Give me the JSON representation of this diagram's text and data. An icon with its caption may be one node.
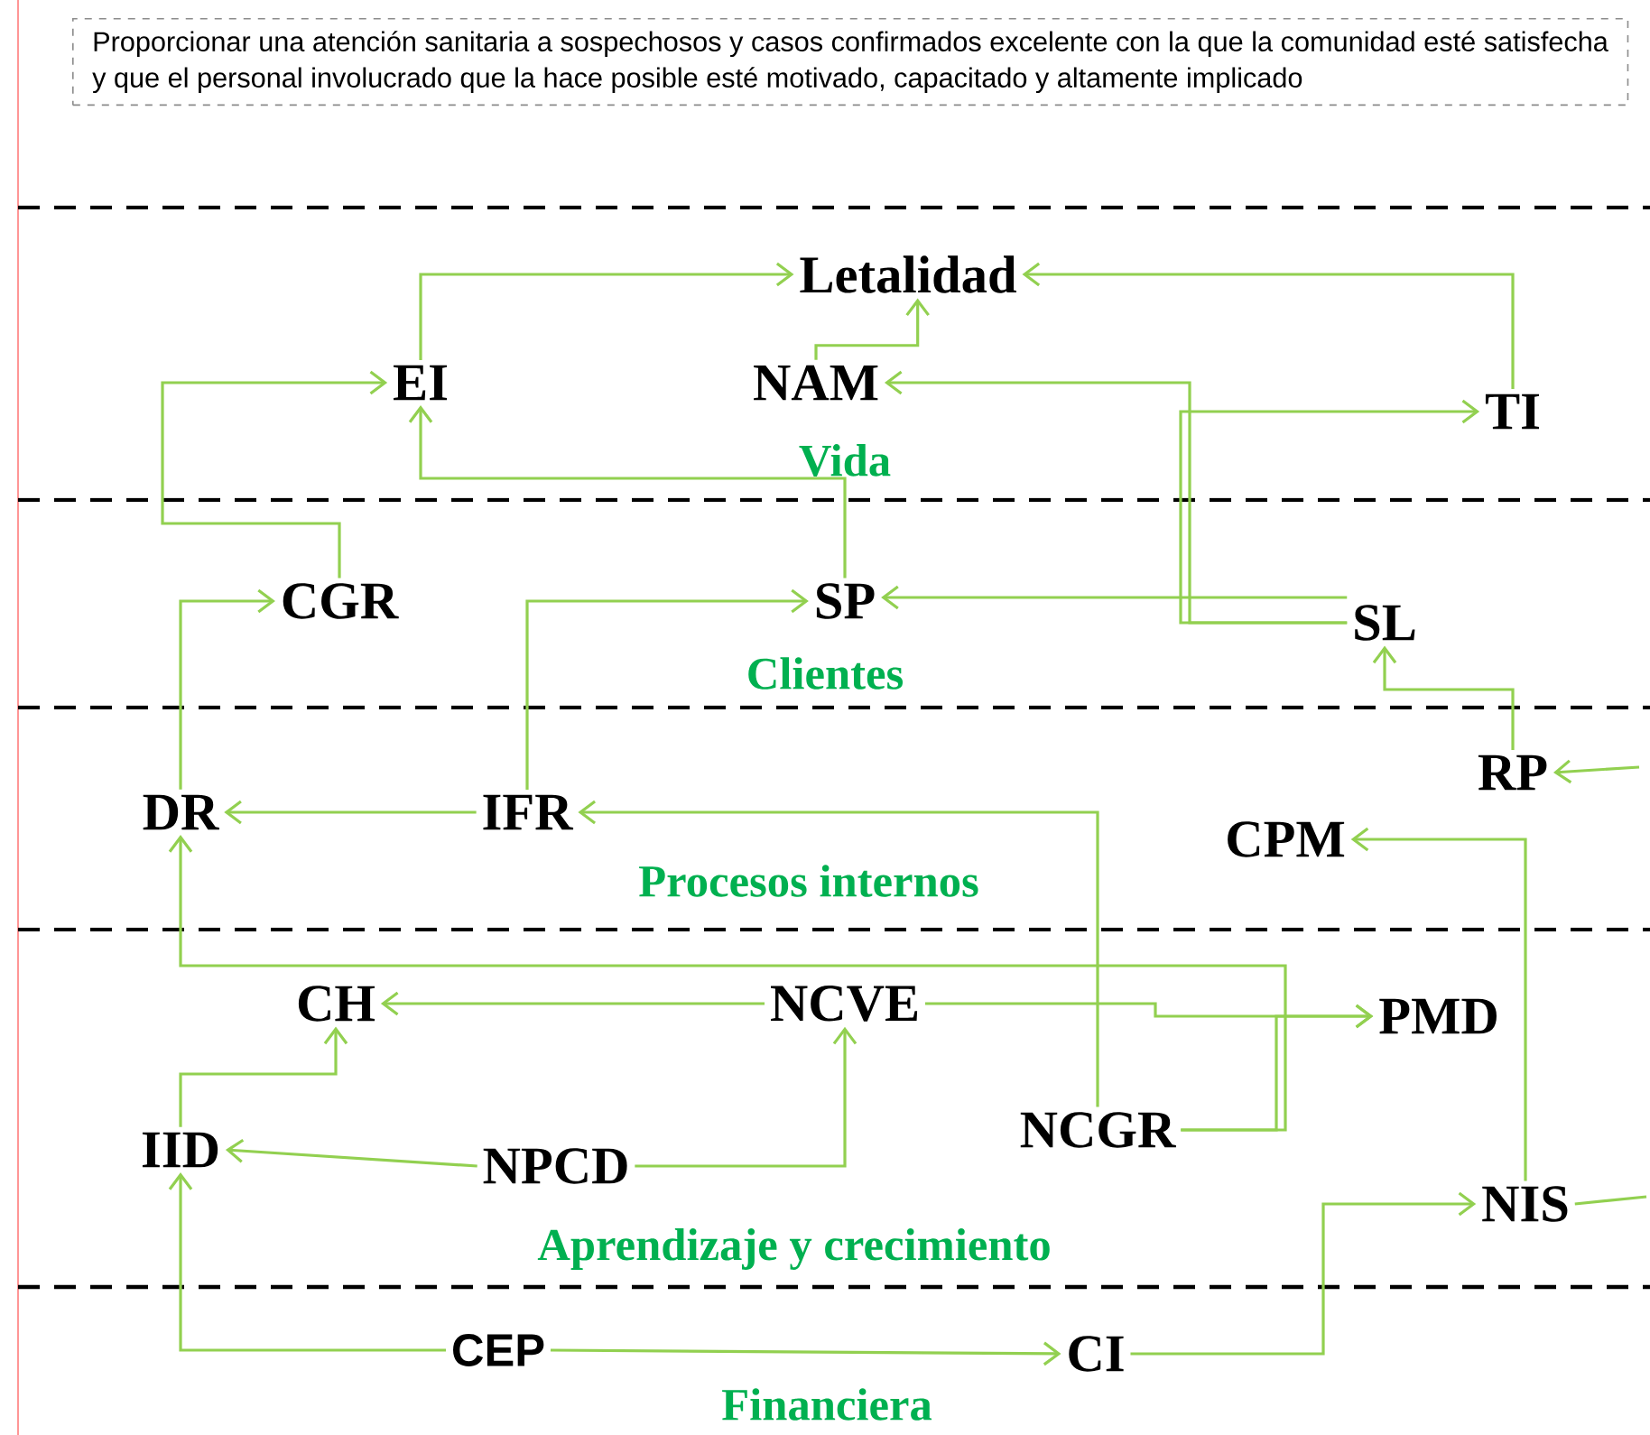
{
  "diagram": {
    "nodes": [
      {
        "text": [
          "Proporcionar una atención sanitaria a sospechosos y casos confirmados excelente con la que la comunidad esté satisfecha y que el personal involucrado que la hace posible esté motivado, capacitado y altamente implicado"
        ]
      },
      {
        "text": [
          "Letalidad"
        ]
      },
      {
        "text": [
          "EI"
        ]
      },
      {
        "text": [
          "NAM"
        ]
      },
      {
        "text": [
          "TI"
        ]
      },
      {
        "text": [
          "CGR"
        ]
      },
      {
        "text": [
          "SP"
        ]
      },
      {
        "text": [
          "SL"
        ]
      },
      {
        "text": [
          "DR"
        ]
      },
      {
        "text": [
          "IFR"
        ]
      },
      {
        "text": [
          "RP"
        ]
      },
      {
        "text": [
          "CPM"
        ]
      },
      {
        "text": [
          "CH"
        ]
      },
      {
        "text": [
          "NCVE"
        ]
      },
      {
        "text": [
          "PMD"
        ]
      },
      {
        "text": [
          "IID"
        ]
      },
      {
        "text": [
          "NPCD"
        ]
      },
      {
        "text": [
          "NCGR"
        ]
      },
      {
        "text": [
          "NIS"
        ]
      },
      {
        "text": [
          "CEP"
        ]
      },
      {
        "text": [
          "CI"
        ]
      }
    ],
    "edges": [
      {
        "from": 2,
        "to": 1,
        "arrow": "to"
      },
      {
        "from": 4,
        "to": 1,
        "arrow": "to"
      },
      {
        "from": 3,
        "to": 1,
        "arrow": "to"
      },
      {
        "from": 5,
        "to": 2,
        "arrow": "to"
      },
      {
        "from": 6,
        "to": 2,
        "arrow": "to"
      },
      {
        "from": 7,
        "to": 3,
        "arrow": "to"
      },
      {
        "from": 7,
        "to": 4,
        "arrow": "to"
      },
      {
        "from": 7,
        "to": 6,
        "arrow": "to"
      },
      {
        "from": 8,
        "to": 5,
        "arrow": "to"
      },
      {
        "from": 9,
        "to": 6,
        "arrow": "to"
      },
      {
        "from": 9,
        "to": 8,
        "arrow": "to"
      },
      {
        "from": 10,
        "to": 7,
        "arrow": "to"
      },
      {
        "from": null,
        "to": 10,
        "arrow": "to"
      },
      {
        "from": 17,
        "to": 9,
        "arrow": "to"
      },
      {
        "from": 18,
        "to": 11,
        "arrow": "to"
      },
      {
        "from": 17,
        "to": 8,
        "arrow": "to"
      },
      {
        "from": 17,
        "to": 14,
        "arrow": "to"
      },
      {
        "from": 13,
        "to": 14,
        "arrow": "to"
      },
      {
        "from": 13,
        "to": 12,
        "arrow": "to"
      },
      {
        "from": 15,
        "to": 12,
        "arrow": "to"
      },
      {
        "from": 16,
        "to": 15,
        "arrow": "to"
      },
      {
        "from": 16,
        "to": 13,
        "arrow": "to"
      },
      {
        "from": 19,
        "to": 15,
        "arrow": "to"
      },
      {
        "from": 19,
        "to": 20,
        "arrow": "to"
      },
      {
        "from": 20,
        "to": 18,
        "arrow": "to"
      },
      {
        "from": 18,
        "to": null,
        "arrow": "none"
      }
    ],
    "labels": [
      "Vida",
      "Clientes",
      "Procesos internos",
      "Aprendizaje y crecimiento",
      "Financiera"
    ]
  }
}
